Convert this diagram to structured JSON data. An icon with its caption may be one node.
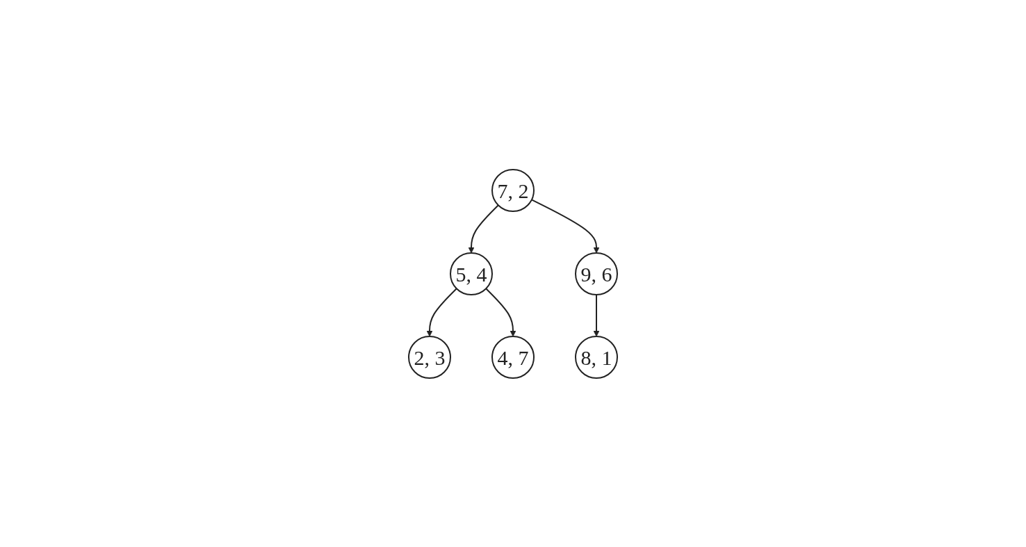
{
  "diagram": {
    "nodes": [
      {
        "text": [
          "7, 2"
        ]
      },
      {
        "text": [
          "5, 4"
        ]
      },
      {
        "text": [
          "9, 6"
        ]
      },
      {
        "text": [
          "2, 3"
        ]
      },
      {
        "text": [
          "4, 7"
        ]
      },
      {
        "text": [
          "8, 1"
        ]
      }
    ],
    "edges": [
      {
        "from": 0,
        "to": 1,
        "arrow": "to"
      },
      {
        "from": 0,
        "to": 2,
        "arrow": "to"
      },
      {
        "from": 1,
        "to": 3,
        "arrow": "to"
      },
      {
        "from": 1,
        "to": 4,
        "arrow": "to"
      },
      {
        "from": 2,
        "to": 5,
        "arrow": "to"
      }
    ]
  }
}
